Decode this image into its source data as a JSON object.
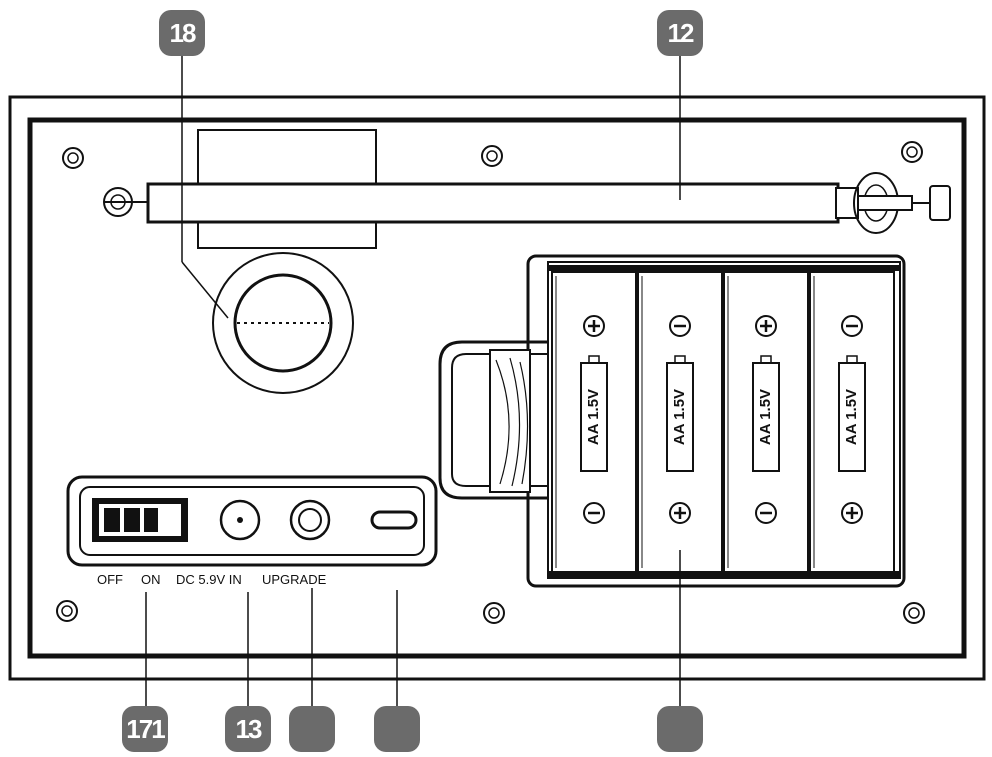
{
  "callouts": {
    "c18": "18",
    "c12": "12",
    "c17": "171",
    "c13": "13",
    "c_usb": "",
    "c_micro": "",
    "c_battery": ""
  },
  "panel_labels": {
    "off": "OFF",
    "on": "ON",
    "dc_in": "DC 5.9V IN",
    "upgrade": "UPGRADE"
  },
  "batteries": [
    {
      "label": "AA 1.5V",
      "top_polarity": "+",
      "bottom_polarity": "-"
    },
    {
      "label": "AA 1.5V",
      "top_polarity": "-",
      "bottom_polarity": "+"
    },
    {
      "label": "AA 1.5V",
      "top_polarity": "+",
      "bottom_polarity": "-"
    },
    {
      "label": "AA 1.5V",
      "top_polarity": "-",
      "bottom_polarity": "+"
    }
  ],
  "colors": {
    "badge": "#6b6b6b",
    "line": "#111111"
  }
}
